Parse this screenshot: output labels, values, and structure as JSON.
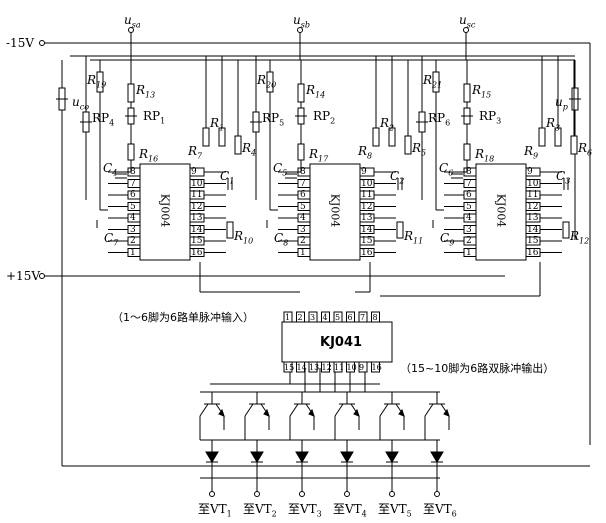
{
  "supply": {
    "neg": "-15V",
    "pos": "+15V"
  },
  "phases": [
    "u_sa",
    "u_sb",
    "u_sc"
  ],
  "phase_texts": {
    "u_sa": "u",
    "sub_a": "sa",
    "sub_b": "sb",
    "sub_c": "sc"
  },
  "controls": {
    "uco": "u",
    "uco_sub": "co",
    "up": "u",
    "up_sub": "p"
  },
  "chips": {
    "kj004": "KJ004",
    "kj041": "KJ041"
  },
  "units": [
    {
      "rtop": "R19",
      "rmid": "R13",
      "rp": "RP1",
      "rp_left": "RP4",
      "rbot": "R16",
      "r_a": "R1",
      "r_b": "R7",
      "r_c": "R4",
      "c_timing": "C4",
      "c_coupling": "C1",
      "c_low": "C7",
      "r_out": "R10"
    },
    {
      "rtop": "R20",
      "rmid": "R14",
      "rp": "RP2",
      "rp_left": "RP5",
      "rbot": "R17",
      "r_a": "R2",
      "r_b": "R8",
      "r_c": "R5",
      "c_timing": "C5",
      "c_coupling": "C2",
      "c_low": "C8",
      "r_out": "R11"
    },
    {
      "rtop": "R21",
      "rmid": "R15",
      "rp": "RP3",
      "rp_left": "RP6",
      "rbot": "R18",
      "r_a": "R3",
      "r_b": "R9",
      "r_c": "R6",
      "c_timing": "C6",
      "c_coupling": "C3",
      "c_low": "C9",
      "r_out": "R12"
    }
  ],
  "pins_left": [
    "8",
    "7",
    "6",
    "5",
    "4",
    "3",
    "2",
    "1"
  ],
  "pins_right": [
    "9",
    "10",
    "11",
    "12",
    "13",
    "14",
    "15",
    "16"
  ],
  "kj041_top_pins": [
    "1",
    "2",
    "3",
    "4",
    "5",
    "6",
    "7",
    "8"
  ],
  "kj041_bottom_pins": [
    "15",
    "14",
    "13",
    "12",
    "11",
    "10",
    "9",
    "16"
  ],
  "annotations": {
    "input_note": "（1～6脚为6路单脉冲输入）",
    "output_note": "（15~10脚为6路双脉冲输出）"
  },
  "outputs": [
    "至VT1",
    "至VT2",
    "至VT3",
    "至VT4",
    "至VT5",
    "至VT6"
  ],
  "colors": {
    "line": "#000000",
    "background": "#ffffff"
  }
}
